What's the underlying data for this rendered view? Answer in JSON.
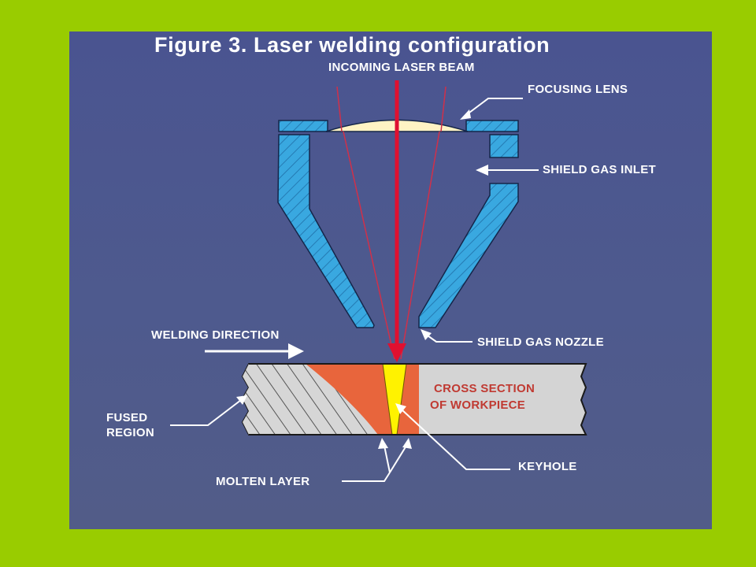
{
  "title": "Figure 3. Laser welding configuration",
  "labels": {
    "incoming_beam": "INCOMING LASER BEAM",
    "focusing_lens": "FOCUSING LENS",
    "shield_gas_inlet": "SHIELD GAS INLET",
    "welding_direction": "WELDING DIRECTION",
    "shield_gas_nozzle": "SHIELD GAS NOZZLE",
    "cross_section_line1": "CROSS SECTION",
    "cross_section_line2": "OF WORKPIECE",
    "fused_region_line1": "FUSED",
    "fused_region_line2": "REGION",
    "keyhole": "KEYHOLE",
    "molten_layer": "MOLTEN LAYER"
  },
  "colors": {
    "background": "#99cc00",
    "panel": "#4e5a8e",
    "nozzle": "#39a8e0",
    "lens": "#fff3c4",
    "beam": "#e01030",
    "molten": "#e8653c",
    "keyhole": "#fff200",
    "workpiece": "#d4d4d4"
  }
}
